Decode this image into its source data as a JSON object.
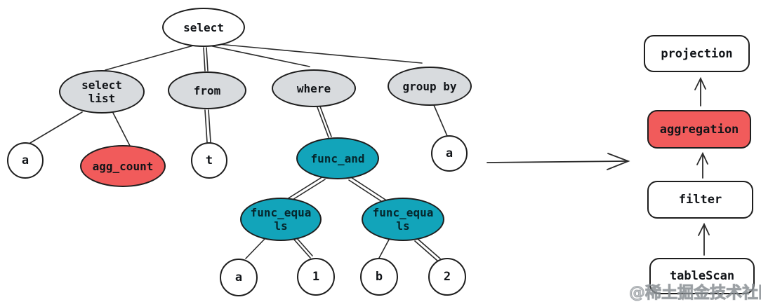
{
  "ast": {
    "nodes": {
      "select": {
        "label": "select"
      },
      "select_list": {
        "label": "select\nlist"
      },
      "from": {
        "label": "from"
      },
      "where": {
        "label": "where"
      },
      "group_by": {
        "label": "group by"
      },
      "a_under_select": {
        "label": "a"
      },
      "agg_count": {
        "label": "agg_count"
      },
      "t": {
        "label": "t"
      },
      "func_and": {
        "label": "func_and"
      },
      "a_under_group_by": {
        "label": "a"
      },
      "func_equals_left": {
        "label": "func_equa\nls"
      },
      "func_equals_right": {
        "label": "func_equa\nls"
      },
      "a_operand": {
        "label": "a"
      },
      "one_operand": {
        "label": "1"
      },
      "b_operand": {
        "label": "b"
      },
      "two_operand": {
        "label": "2"
      }
    }
  },
  "plan": {
    "steps": {
      "projection": {
        "label": "projection"
      },
      "aggregation": {
        "label": "aggregation"
      },
      "filter": {
        "label": "filter"
      },
      "table_scan": {
        "label": "tableScan"
      }
    }
  },
  "watermark": {
    "text": "@稀土掘金技术社区"
  },
  "colors": {
    "node_gray": "#d8dbde",
    "node_red": "#f15b5b",
    "node_teal": "#12a4ba",
    "node_white": "#ffffff",
    "stroke": "#1e1e1e"
  }
}
